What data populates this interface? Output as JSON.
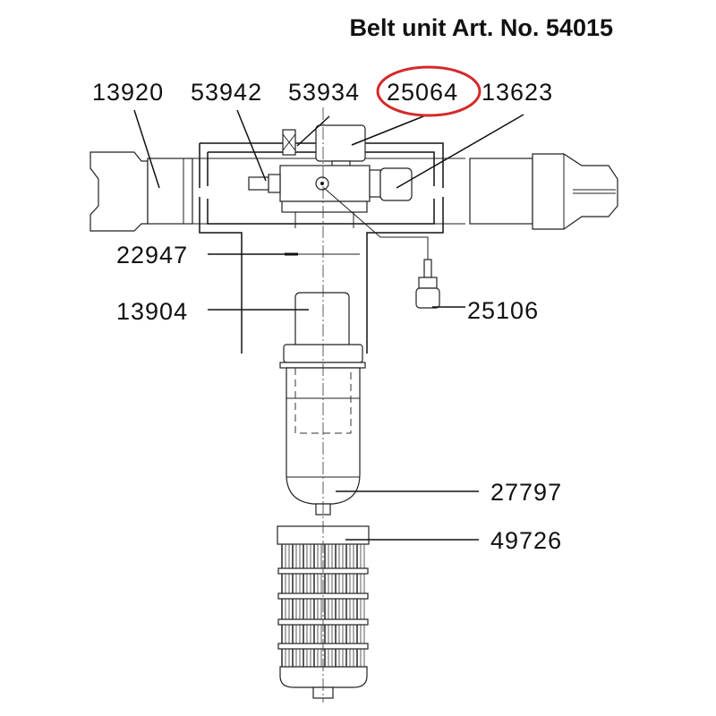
{
  "title": "Belt unit Art. No. 54015",
  "highlight_color": "#d42a2a",
  "highlighted_part": "25064",
  "labels": {
    "p13920": "13920",
    "p53942": "53942",
    "p53934": "53934",
    "p25064": "25064",
    "p13623": "13623",
    "p22947": "22947",
    "p13904": "13904",
    "p25106": "25106",
    "p27797": "27797",
    "p49726": "49726"
  }
}
